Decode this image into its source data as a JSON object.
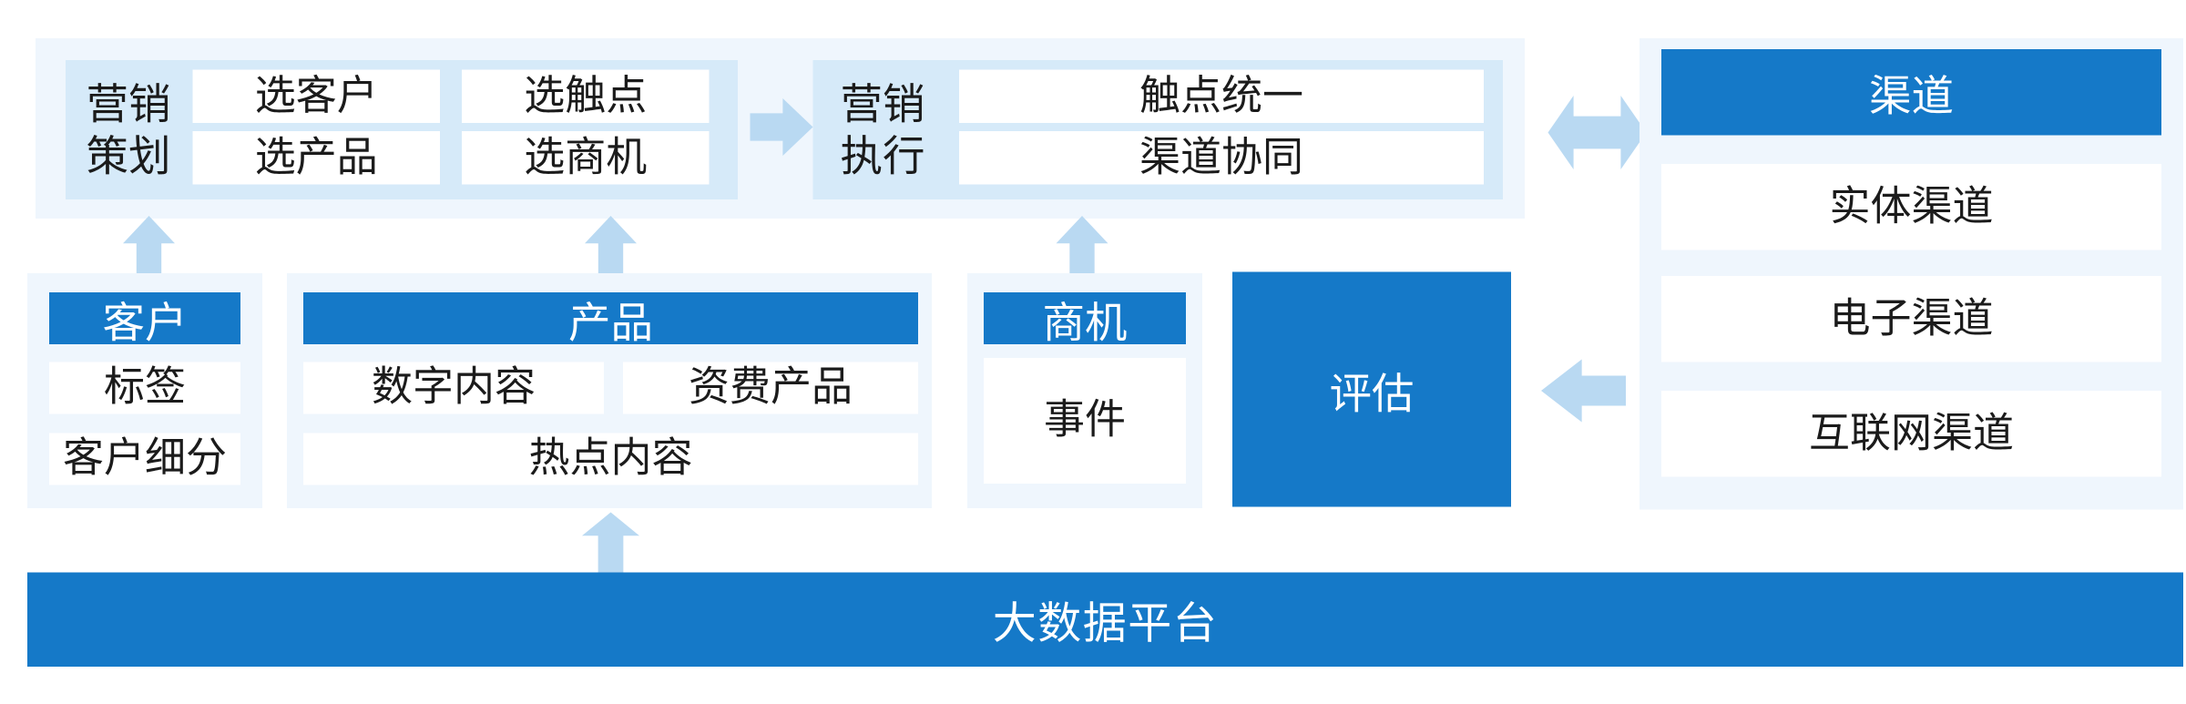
{
  "diagram": {
    "title_bottom": "大数据平台",
    "planning": {
      "label": "营销\n策划",
      "items": [
        "选客户",
        "选触点",
        "选产品",
        "选商机"
      ]
    },
    "execution": {
      "label": "营销\n执行",
      "items": [
        "触点统一",
        "渠道协同"
      ]
    },
    "channel": {
      "header": "渠道",
      "items": [
        "实体渠道",
        "电子渠道",
        "互联网渠道"
      ]
    },
    "customer": {
      "header": "客户",
      "items": [
        "标签",
        "客户细分"
      ]
    },
    "product": {
      "header": "产品",
      "items": [
        "数字内容",
        "资费产品",
        "热点内容"
      ]
    },
    "opportunity": {
      "header": "商机",
      "items": [
        "事件"
      ]
    },
    "evaluation": {
      "label": "评估"
    },
    "arrows": {
      "planning_to_execution": "arrow-right-icon",
      "execution_to_channel": "arrow-left-right-icon",
      "channel_to_evaluation": "arrow-left-icon",
      "customer_up": "arrow-up-icon",
      "product_up": "arrow-up-icon",
      "opportunity_up": "arrow-up-icon",
      "product_to_platform": "arrow-up-down-icon"
    },
    "colors": {
      "brand_blue": "#1579c8",
      "panel_light": "#eff6fd",
      "panel_mid": "#d6eaf9",
      "arrow_blue": "#b9d9f2"
    }
  }
}
